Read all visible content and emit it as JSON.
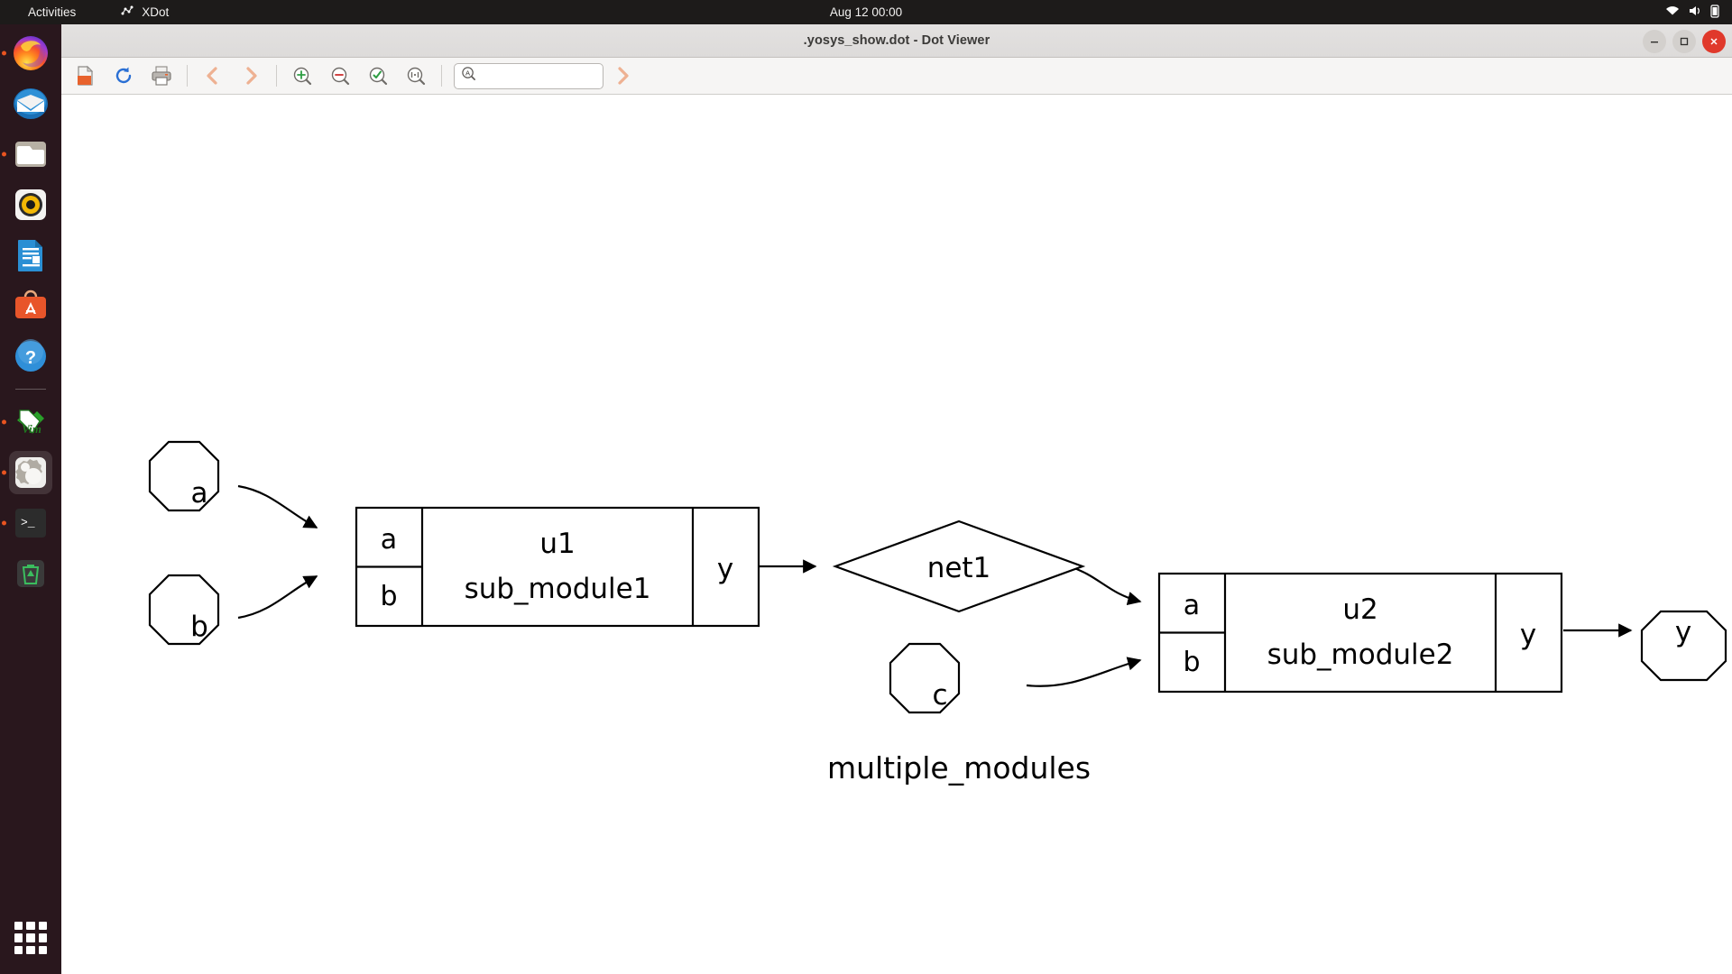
{
  "desktop": {
    "activities_label": "Activities",
    "app_name": "XDot",
    "app_icon": "xdot-icon",
    "clock": "Aug 12  00:00",
    "tray_icons": [
      "network-icon",
      "volume-icon",
      "power-icon"
    ],
    "dock_items": [
      {
        "name": "firefox",
        "label": "Firefox",
        "running": true,
        "active": false
      },
      {
        "name": "thunderbird",
        "label": "Thunderbird",
        "running": false,
        "active": false
      },
      {
        "name": "files",
        "label": "Files",
        "running": true,
        "active": false
      },
      {
        "name": "rhythmbox",
        "label": "Rhythmbox",
        "running": false,
        "active": false
      },
      {
        "name": "libreoffice-writer",
        "label": "LibreOffice Writer",
        "running": false,
        "active": false
      },
      {
        "name": "app-center",
        "label": "App Center",
        "running": false,
        "active": false
      },
      {
        "name": "help",
        "label": "Help",
        "running": false,
        "active": false
      },
      {
        "name": "vim",
        "label": "Vim",
        "running": true,
        "active": false
      },
      {
        "name": "xdot",
        "label": "XDot",
        "running": true,
        "active": true
      },
      {
        "name": "terminal",
        "label": "Terminal",
        "running": true,
        "active": false
      },
      {
        "name": "trash",
        "label": "Trash",
        "running": false,
        "active": false
      }
    ],
    "show_apps_label": "Show Applications"
  },
  "window": {
    "title": ".yosys_show.dot - Dot Viewer",
    "buttons": {
      "minimize": "−",
      "maximize": "□",
      "close": "✕"
    }
  },
  "toolbar": {
    "open_label": "Open",
    "reload_label": "Reload",
    "print_label": "Print",
    "back_label": "Back",
    "forward_label": "Forward",
    "zoom_in_label": "Zoom In",
    "zoom_out_label": "Zoom Out",
    "zoom_fit_label": "Zoom Fit",
    "zoom_100_label": "Zoom 100%",
    "find_next_label": "Find Next"
  },
  "search": {
    "value": "",
    "placeholder": ""
  },
  "graph": {
    "title": "multiple_modules",
    "nodes": {
      "in_a": "a",
      "in_b": "b",
      "in_c": "c",
      "out_y": "y",
      "net1": "net1",
      "u1": {
        "port_a": "a",
        "port_b": "b",
        "name": "u1",
        "type": "sub_module1",
        "port_y": "y"
      },
      "u2": {
        "port_a": "a",
        "port_b": "b",
        "name": "u2",
        "type": "sub_module2",
        "port_y": "y"
      }
    }
  }
}
